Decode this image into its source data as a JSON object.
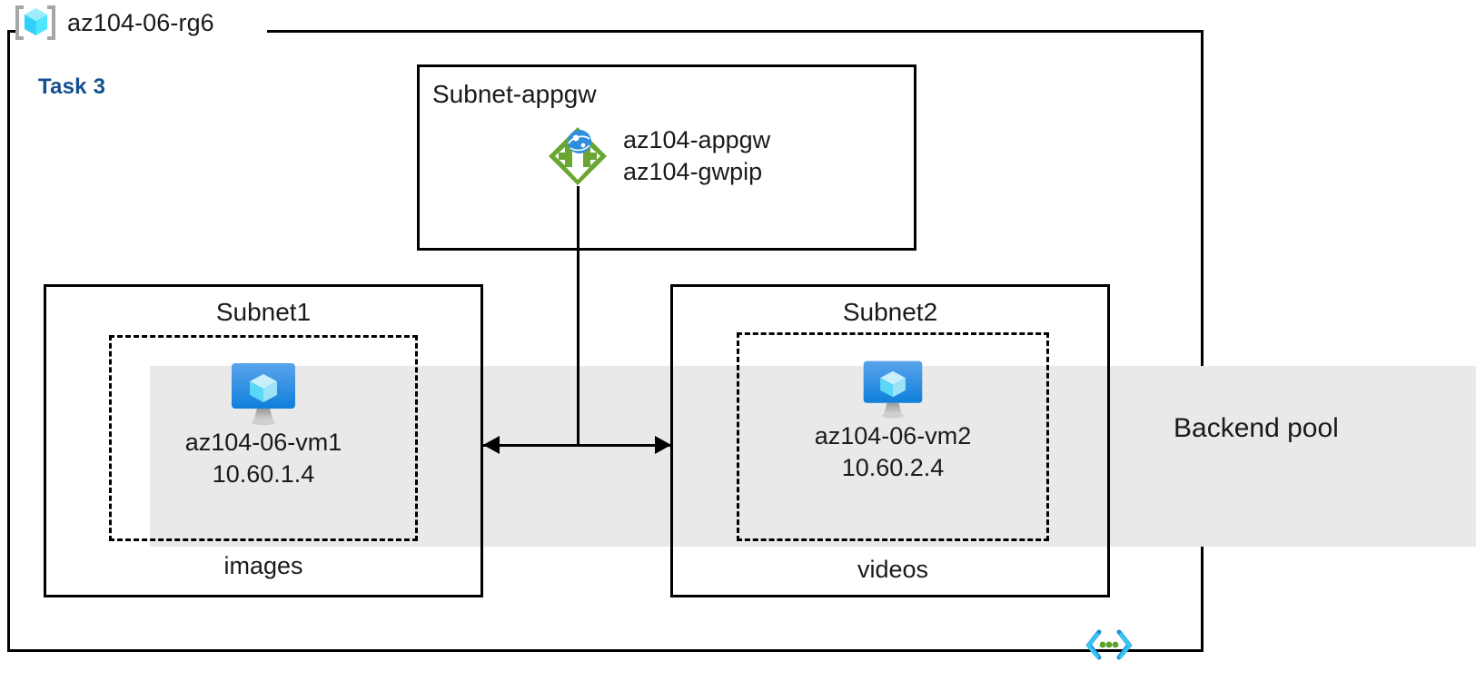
{
  "diagram": {
    "title": "az104-06-rg6",
    "task_label": "Task 3",
    "resource_group_icon": "resource-group-cube-icon",
    "vnet_icon": "vnet-code-brackets-icon"
  },
  "colors": {
    "task_blue": "#12508f",
    "backend_band_gray": "#e9e9e9",
    "appgw_green": "#6aa632",
    "appgw_globe_blue": "#2e8ddd",
    "vm_screen_blue": "#1b88e0",
    "vm_cube_cyan": "#9ee3f7",
    "rg_cube_cyan": "#50e6ff",
    "bracket_gray": "#a6a6a6",
    "stroke_black": "#000000"
  },
  "backend_pool": {
    "label": "Backend pool"
  },
  "subnets": [
    {
      "id": "subnet-appgw",
      "title": "Subnet-appgw",
      "node": {
        "icon": "application-gateway-icon",
        "line1": "az104-appgw",
        "line2": "az104-gwpip"
      }
    },
    {
      "id": "subnet1",
      "title": "Subnet1",
      "tier_label": "images",
      "vm": {
        "icon": "virtual-machine-icon",
        "name": "az104-06-vm1",
        "ip": "10.60.1.4"
      }
    },
    {
      "id": "subnet2",
      "title": "Subnet2",
      "tier_label": "videos",
      "vm": {
        "icon": "virtual-machine-icon",
        "name": "az104-06-vm2",
        "ip": "10.60.2.4"
      }
    }
  ],
  "connectors": [
    {
      "id": "appgw-to-subnets",
      "type": "vertical-line"
    },
    {
      "id": "subnet1-subnet2",
      "type": "double-arrow"
    }
  ]
}
